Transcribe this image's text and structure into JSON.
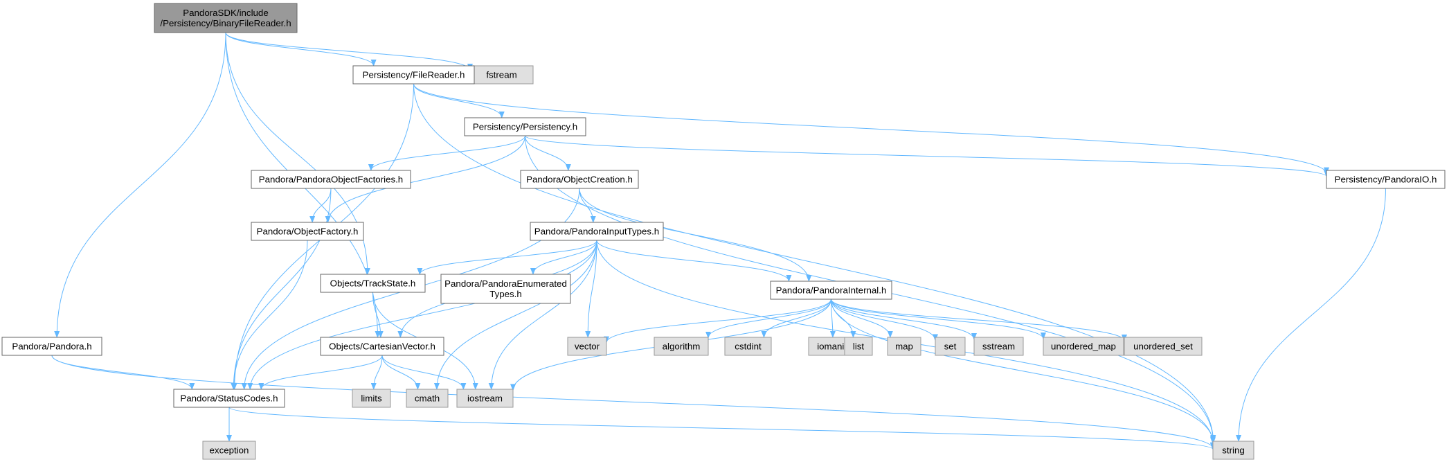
{
  "colors": {
    "edge": "#63b8ff",
    "root_fill": "#999999",
    "root_stroke": "#666666",
    "file_fill": "#ffffff",
    "file_stroke": "#666666",
    "system_fill": "#e0e0e0",
    "system_stroke": "#999999",
    "text": "#000000"
  },
  "nodes": [
    {
      "id": "binaryfilereader",
      "kind": "root",
      "lines": [
        "PandoraSDK/include",
        "/Persistency/BinaryFileReader.h"
      ]
    },
    {
      "id": "fstream",
      "kind": "system",
      "lines": [
        "fstream"
      ]
    },
    {
      "id": "filereader",
      "kind": "file",
      "lines": [
        "Persistency/FileReader.h"
      ]
    },
    {
      "id": "persistency",
      "kind": "file",
      "lines": [
        "Persistency/Persistency.h"
      ]
    },
    {
      "id": "pandoraobjectfactories",
      "kind": "file",
      "lines": [
        "Pandora/PandoraObjectFactories.h"
      ]
    },
    {
      "id": "objectcreation",
      "kind": "file",
      "lines": [
        "Pandora/ObjectCreation.h"
      ]
    },
    {
      "id": "pandoraio",
      "kind": "file",
      "lines": [
        "Persistency/PandoraIO.h"
      ]
    },
    {
      "id": "objectfactory",
      "kind": "file",
      "lines": [
        "Pandora/ObjectFactory.h"
      ]
    },
    {
      "id": "pandorainputtypes",
      "kind": "file",
      "lines": [
        "Pandora/PandoraInputTypes.h"
      ]
    },
    {
      "id": "trackstate",
      "kind": "file",
      "lines": [
        "Objects/TrackState.h"
      ]
    },
    {
      "id": "pandoraenumeratedtypes",
      "kind": "file",
      "lines": [
        "Pandora/PandoraEnumerated",
        "Types.h"
      ]
    },
    {
      "id": "pandorainternal",
      "kind": "file",
      "lines": [
        "Pandora/PandoraInternal.h"
      ]
    },
    {
      "id": "pandora",
      "kind": "file",
      "lines": [
        "Pandora/Pandora.h"
      ]
    },
    {
      "id": "cartesianvector",
      "kind": "file",
      "lines": [
        "Objects/CartesianVector.h"
      ]
    },
    {
      "id": "vector",
      "kind": "system",
      "lines": [
        "vector"
      ]
    },
    {
      "id": "algorithm",
      "kind": "system",
      "lines": [
        "algorithm"
      ]
    },
    {
      "id": "cstdint",
      "kind": "system",
      "lines": [
        "cstdint"
      ]
    },
    {
      "id": "iomanip",
      "kind": "system",
      "lines": [
        "iomanip"
      ]
    },
    {
      "id": "list",
      "kind": "system",
      "lines": [
        "list"
      ]
    },
    {
      "id": "map",
      "kind": "system",
      "lines": [
        "map"
      ]
    },
    {
      "id": "set",
      "kind": "system",
      "lines": [
        "set"
      ]
    },
    {
      "id": "sstream",
      "kind": "system",
      "lines": [
        "sstream"
      ]
    },
    {
      "id": "unordered_map",
      "kind": "system",
      "lines": [
        "unordered_map"
      ]
    },
    {
      "id": "unordered_set",
      "kind": "system",
      "lines": [
        "unordered_set"
      ]
    },
    {
      "id": "statuscodes",
      "kind": "file",
      "lines": [
        "Pandora/StatusCodes.h"
      ]
    },
    {
      "id": "limits",
      "kind": "system",
      "lines": [
        "limits"
      ]
    },
    {
      "id": "cmath",
      "kind": "system",
      "lines": [
        "cmath"
      ]
    },
    {
      "id": "iostream",
      "kind": "system",
      "lines": [
        "iostream"
      ]
    },
    {
      "id": "exception",
      "kind": "system",
      "lines": [
        "exception"
      ]
    },
    {
      "id": "string",
      "kind": "system",
      "lines": [
        "string"
      ]
    }
  ],
  "edges": [
    [
      "binaryfilereader",
      "fstream"
    ],
    [
      "binaryfilereader",
      "filereader"
    ],
    [
      "binaryfilereader",
      "pandora"
    ],
    [
      "binaryfilereader",
      "cartesianvector"
    ],
    [
      "binaryfilereader",
      "trackstate"
    ],
    [
      "filereader",
      "persistency"
    ],
    [
      "filereader",
      "pandoraio"
    ],
    [
      "filereader",
      "statuscodes"
    ],
    [
      "filereader",
      "string"
    ],
    [
      "persistency",
      "pandoraobjectfactories"
    ],
    [
      "persistency",
      "objectcreation"
    ],
    [
      "persistency",
      "objectfactory"
    ],
    [
      "persistency",
      "pandoraio"
    ],
    [
      "persistency",
      "string"
    ],
    [
      "pandoraobjectfactories",
      "objectfactory"
    ],
    [
      "pandoraobjectfactories",
      "statuscodes"
    ],
    [
      "objectcreation",
      "pandorainputtypes"
    ],
    [
      "objectcreation",
      "pandorainternal"
    ],
    [
      "objectcreation",
      "statuscodes"
    ],
    [
      "pandoraio",
      "string"
    ],
    [
      "objectfactory",
      "statuscodes"
    ],
    [
      "pandorainputtypes",
      "trackstate"
    ],
    [
      "pandorainputtypes",
      "pandoraenumeratedtypes"
    ],
    [
      "pandorainputtypes",
      "pandorainternal"
    ],
    [
      "pandorainputtypes",
      "cartesianvector"
    ],
    [
      "pandorainputtypes",
      "statuscodes"
    ],
    [
      "pandorainputtypes",
      "vector"
    ],
    [
      "pandorainputtypes",
      "cmath"
    ],
    [
      "pandorainputtypes",
      "iostream"
    ],
    [
      "pandorainputtypes",
      "string"
    ],
    [
      "trackstate",
      "cartesianvector"
    ],
    [
      "trackstate",
      "iostream"
    ],
    [
      "pandorainternal",
      "vector"
    ],
    [
      "pandorainternal",
      "algorithm"
    ],
    [
      "pandorainternal",
      "cstdint"
    ],
    [
      "pandorainternal",
      "iomanip"
    ],
    [
      "pandorainternal",
      "list"
    ],
    [
      "pandorainternal",
      "map"
    ],
    [
      "pandorainternal",
      "set"
    ],
    [
      "pandorainternal",
      "sstream"
    ],
    [
      "pandorainternal",
      "unordered_map"
    ],
    [
      "pandorainternal",
      "unordered_set"
    ],
    [
      "pandorainternal",
      "iostream"
    ],
    [
      "pandorainternal",
      "string"
    ],
    [
      "pandora",
      "statuscodes"
    ],
    [
      "pandora",
      "string"
    ],
    [
      "cartesianvector",
      "statuscodes"
    ],
    [
      "cartesianvector",
      "limits"
    ],
    [
      "cartesianvector",
      "cmath"
    ],
    [
      "cartesianvector",
      "iostream"
    ],
    [
      "statuscodes",
      "exception"
    ],
    [
      "statuscodes",
      "string"
    ]
  ]
}
